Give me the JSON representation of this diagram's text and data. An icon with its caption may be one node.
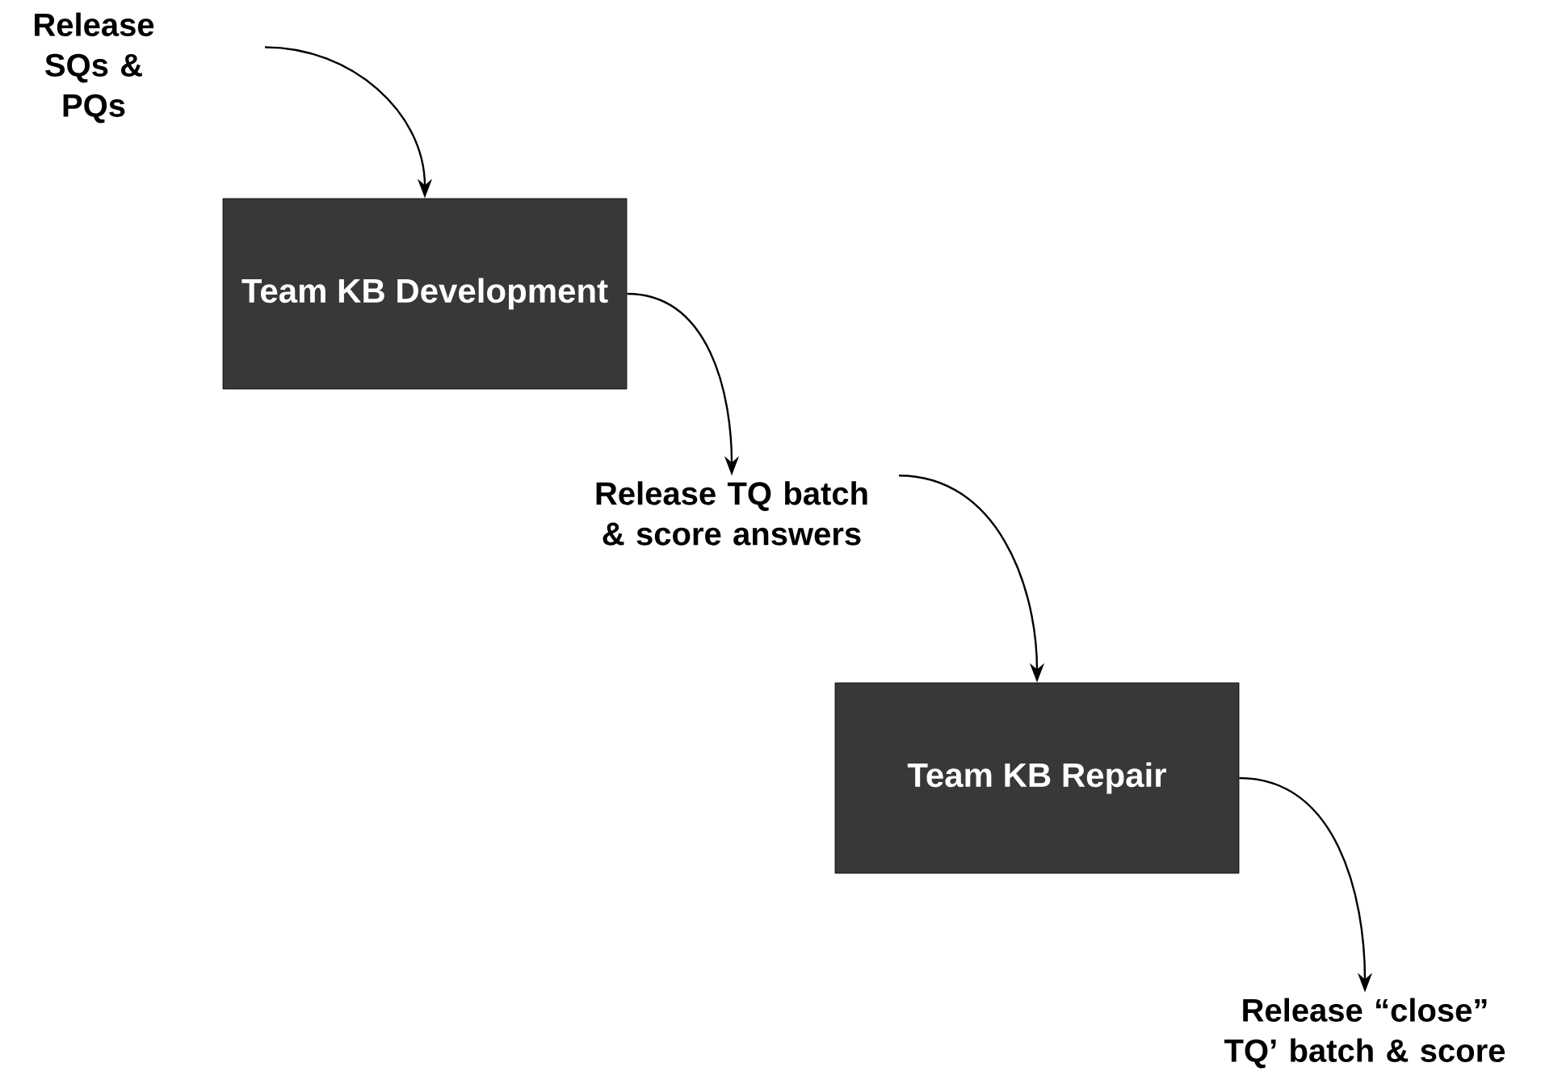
{
  "diagram": {
    "nodes": [
      {
        "text": [
          "Release SQs & PQs"
        ]
      },
      {
        "text": [
          "Team KB Development"
        ]
      },
      {
        "text": [
          "Release TQ batch & score answers"
        ]
      },
      {
        "text": [
          "Team KB Repair"
        ]
      },
      {
        "text": [
          "Release “close” TQ’ batch & score"
        ]
      }
    ],
    "edges": [
      {
        "from": 0,
        "to": 1,
        "arrow": "to"
      },
      {
        "from": 1,
        "to": 2,
        "arrow": "to"
      },
      {
        "from": 2,
        "to": 3,
        "arrow": "to"
      },
      {
        "from": 3,
        "to": 4,
        "arrow": "to"
      }
    ]
  }
}
